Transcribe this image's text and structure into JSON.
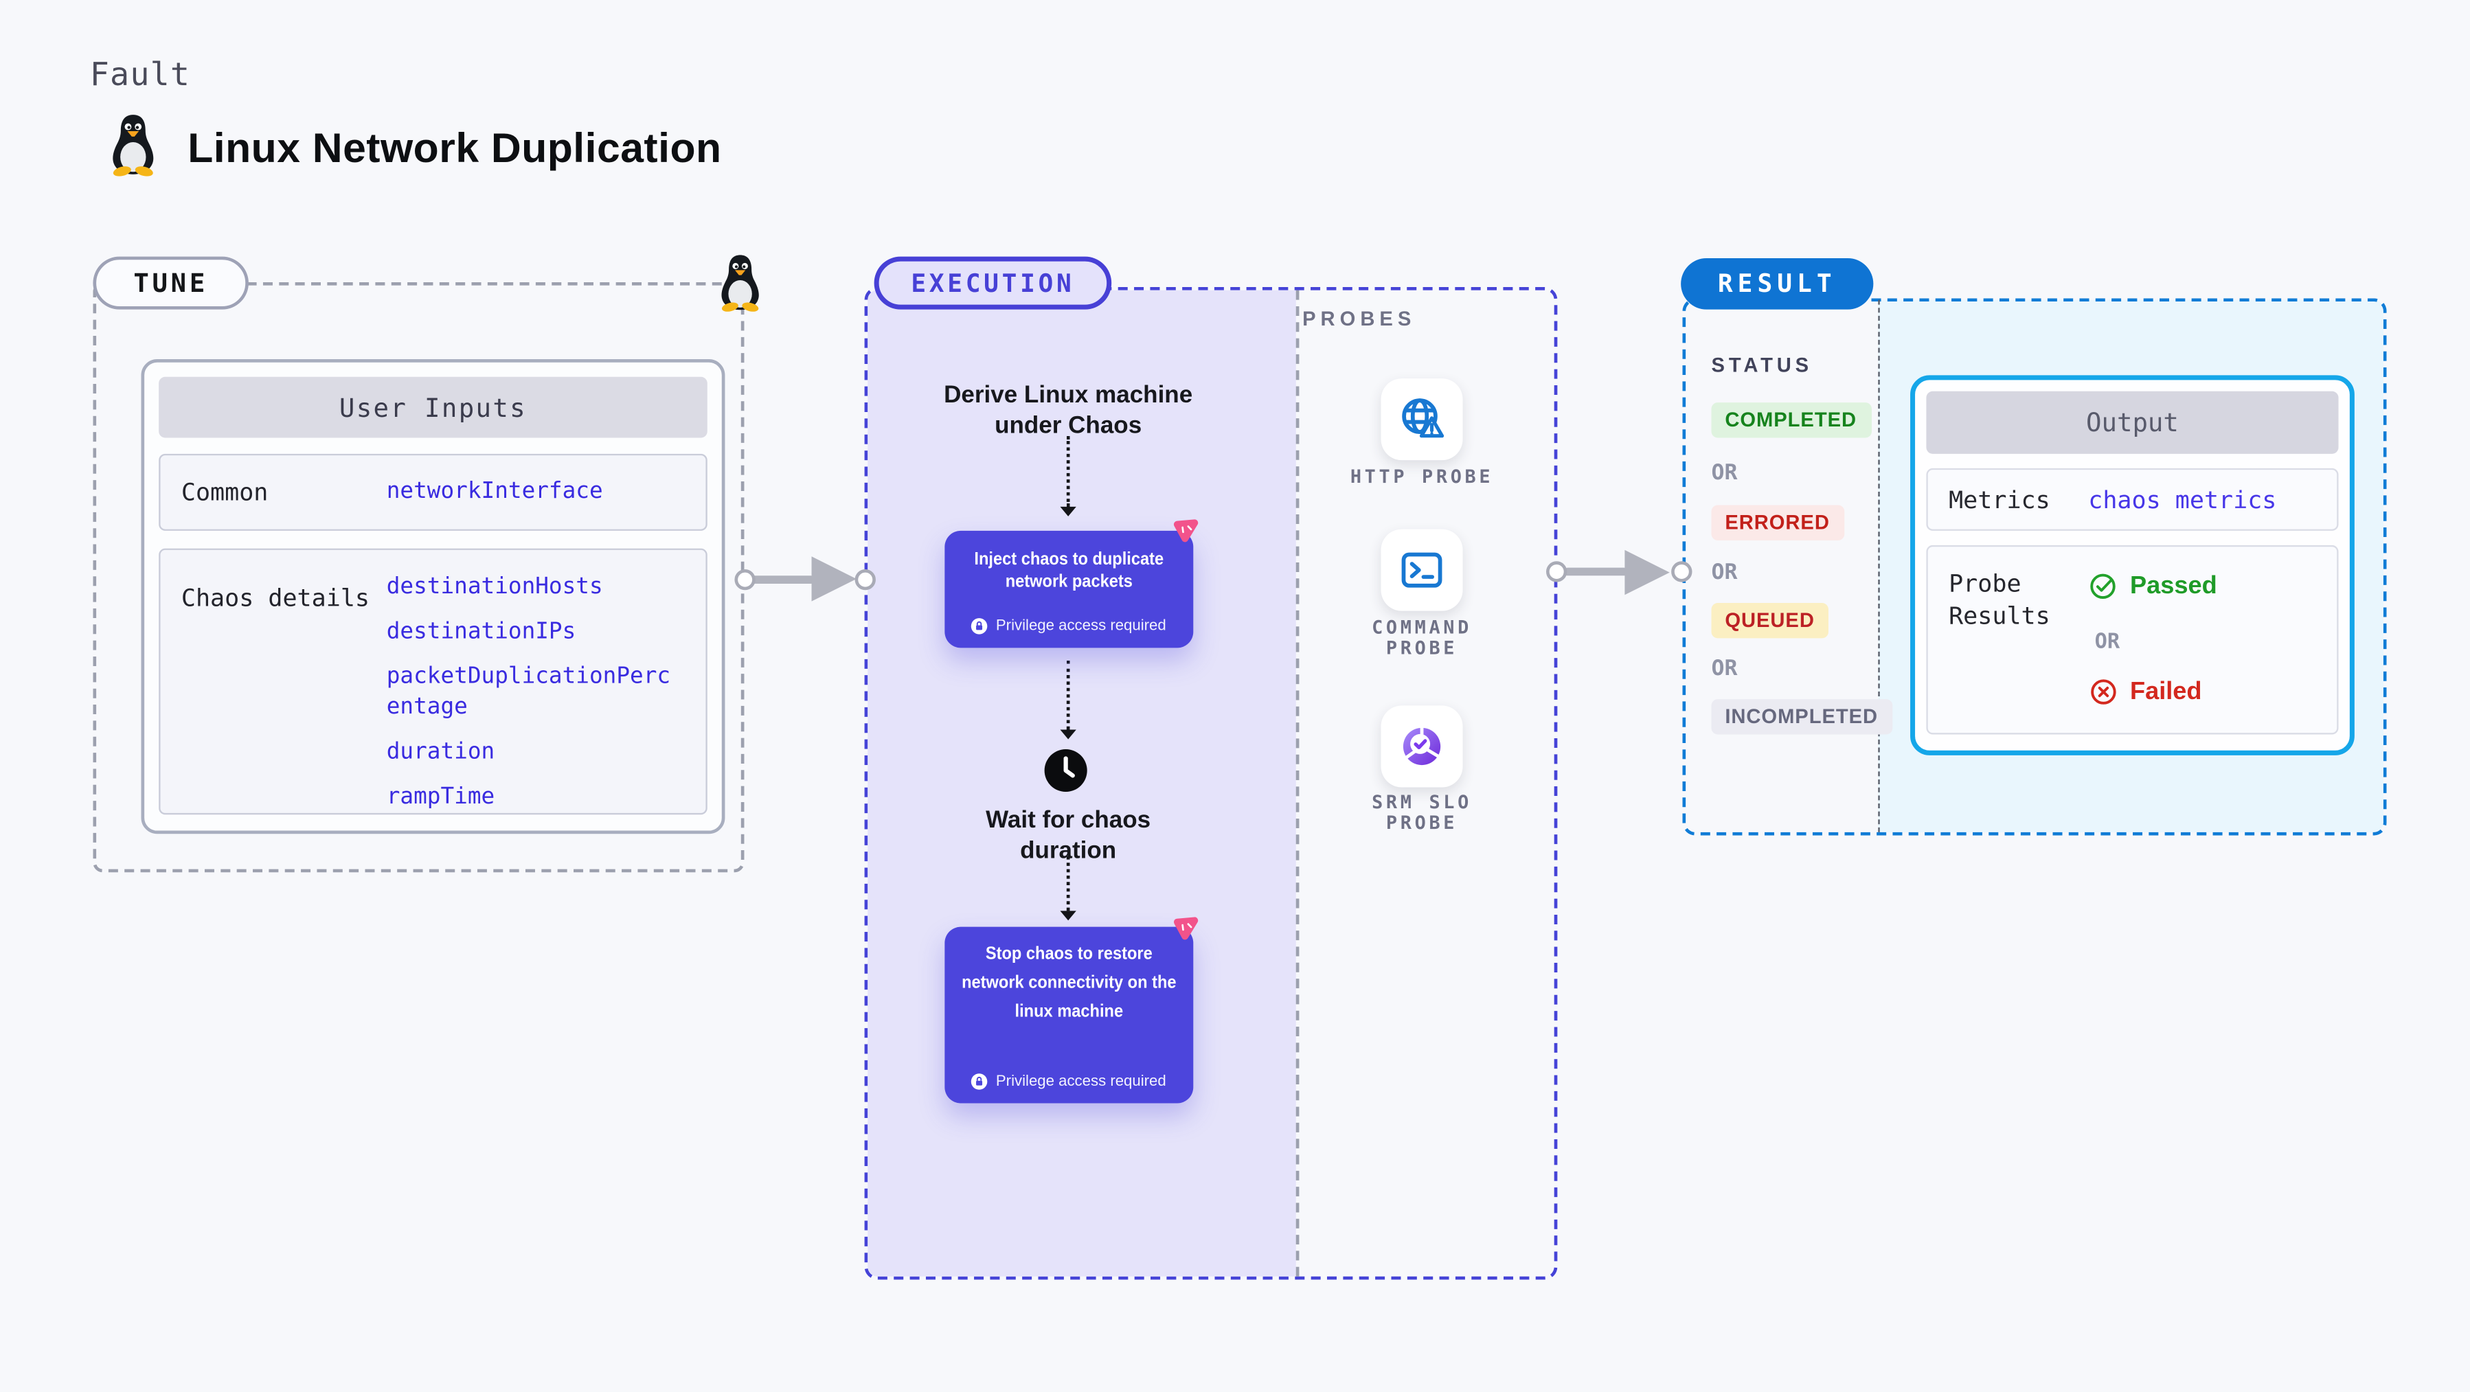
{
  "header": {
    "eyebrow": "Fault",
    "title": "Linux Network Duplication",
    "icon": "tux-penguin"
  },
  "tune": {
    "badge": "TUNE",
    "table": {
      "header": "User Inputs",
      "rows": [
        {
          "label": "Common",
          "values": [
            "networkInterface"
          ]
        },
        {
          "label": "Chaos details",
          "values": [
            "destinationHosts",
            "destinationIPs",
            "packetDuplicationPercentage",
            "duration",
            "rampTime"
          ]
        }
      ]
    }
  },
  "execution": {
    "badge": "EXECUTION",
    "derive_label": "Derive Linux machine under Chaos",
    "inject_label": "Inject chaos to duplicate network packets",
    "wait_label": "Wait for chaos duration",
    "stop_label": "Stop chaos to restore network connectivity on the linux machine",
    "privilege_note": "Privilege access required"
  },
  "probes": {
    "heading": "PROBES",
    "items": [
      {
        "label": "HTTP PROBE",
        "icon": "globe-alert-icon"
      },
      {
        "label": "COMMAND PROBE",
        "icon": "terminal-icon"
      },
      {
        "label": "SRM SLO PROBE",
        "icon": "slo-gauge-icon"
      }
    ]
  },
  "result": {
    "badge": "RESULT",
    "status_heading": "STATUS",
    "or_label": "OR",
    "statuses": [
      {
        "label": "COMPLETED",
        "fg": "#16831D",
        "bg": "#DFF3DF"
      },
      {
        "label": "ERRORED",
        "fg": "#C2201A",
        "bg": "#FBE9E8"
      },
      {
        "label": "QUEUED",
        "fg": "#BC2125",
        "bg": "#FBEFC2"
      },
      {
        "label": "INCOMPLETED",
        "fg": "#66687E",
        "bg": "#EBEBF2"
      }
    ],
    "output": {
      "header": "Output",
      "metrics_label": "Metrics",
      "metrics_value": "chaos metrics",
      "probe_label": "Probe Results",
      "passed_label": "Passed",
      "or_label": "OR",
      "failed_label": "Failed"
    }
  },
  "colors": {
    "page_bg": "#F7F8FB",
    "accent_indigo": "#4C45DC",
    "execution_dash": "#4543D7",
    "result_dash": "#107CD6",
    "result_pill": "#0F74D3",
    "output_border": "#15A6E9",
    "link_blue": "#392BE0",
    "passed_green": "#1F9B28",
    "failed_red": "#D3281E",
    "chaos_pink": "#F2538B"
  }
}
